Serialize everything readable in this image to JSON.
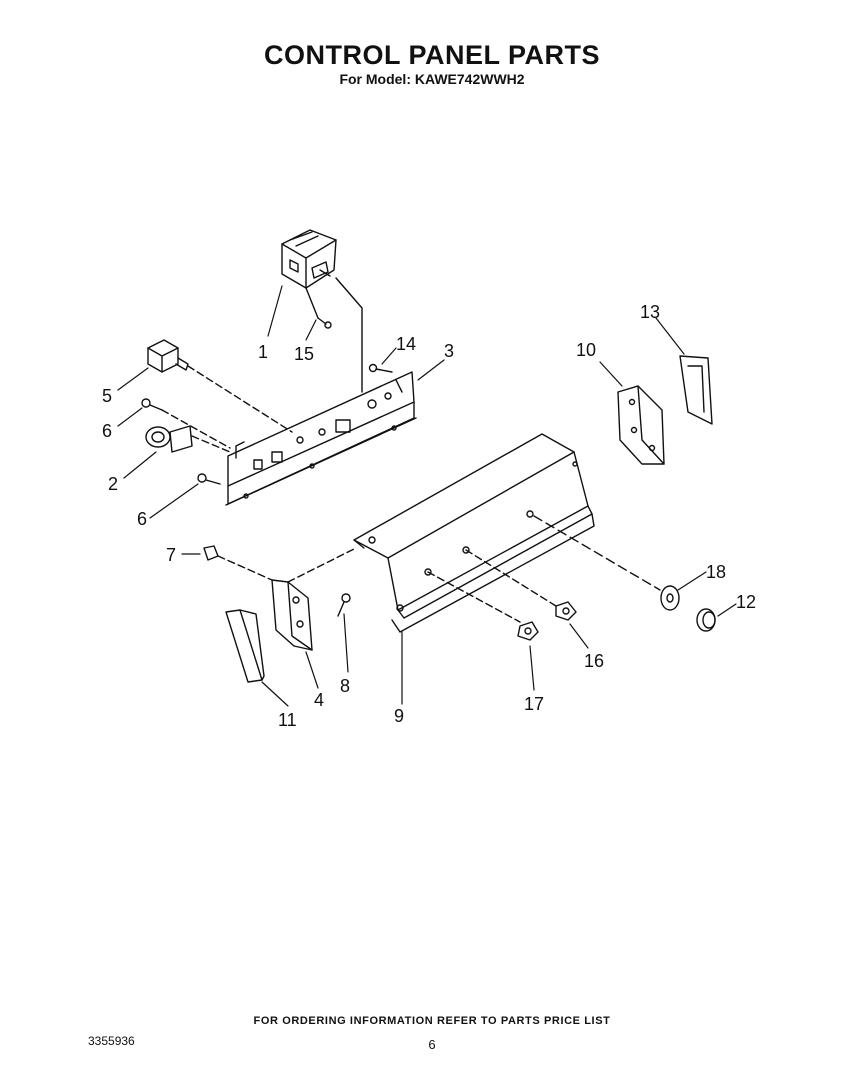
{
  "header": {
    "title": "CONTROL PANEL PARTS",
    "subtitle": "For Model: KAWE742WWH2"
  },
  "callouts": {
    "c1": "1",
    "c2": "2",
    "c3": "3",
    "c4": "4",
    "c5": "5",
    "c6": "6",
    "c7": "7",
    "c8": "8",
    "c9": "9",
    "c10": "10",
    "c11": "11",
    "c12": "12",
    "c13": "13",
    "c14": "14",
    "c15": "15",
    "c16": "16",
    "c17": "17",
    "c18": "18"
  },
  "footer": {
    "note": "FOR ORDERING INFORMATION REFER TO PARTS PRICE LIST",
    "doc_number": "3355936",
    "page_number": "6"
  }
}
